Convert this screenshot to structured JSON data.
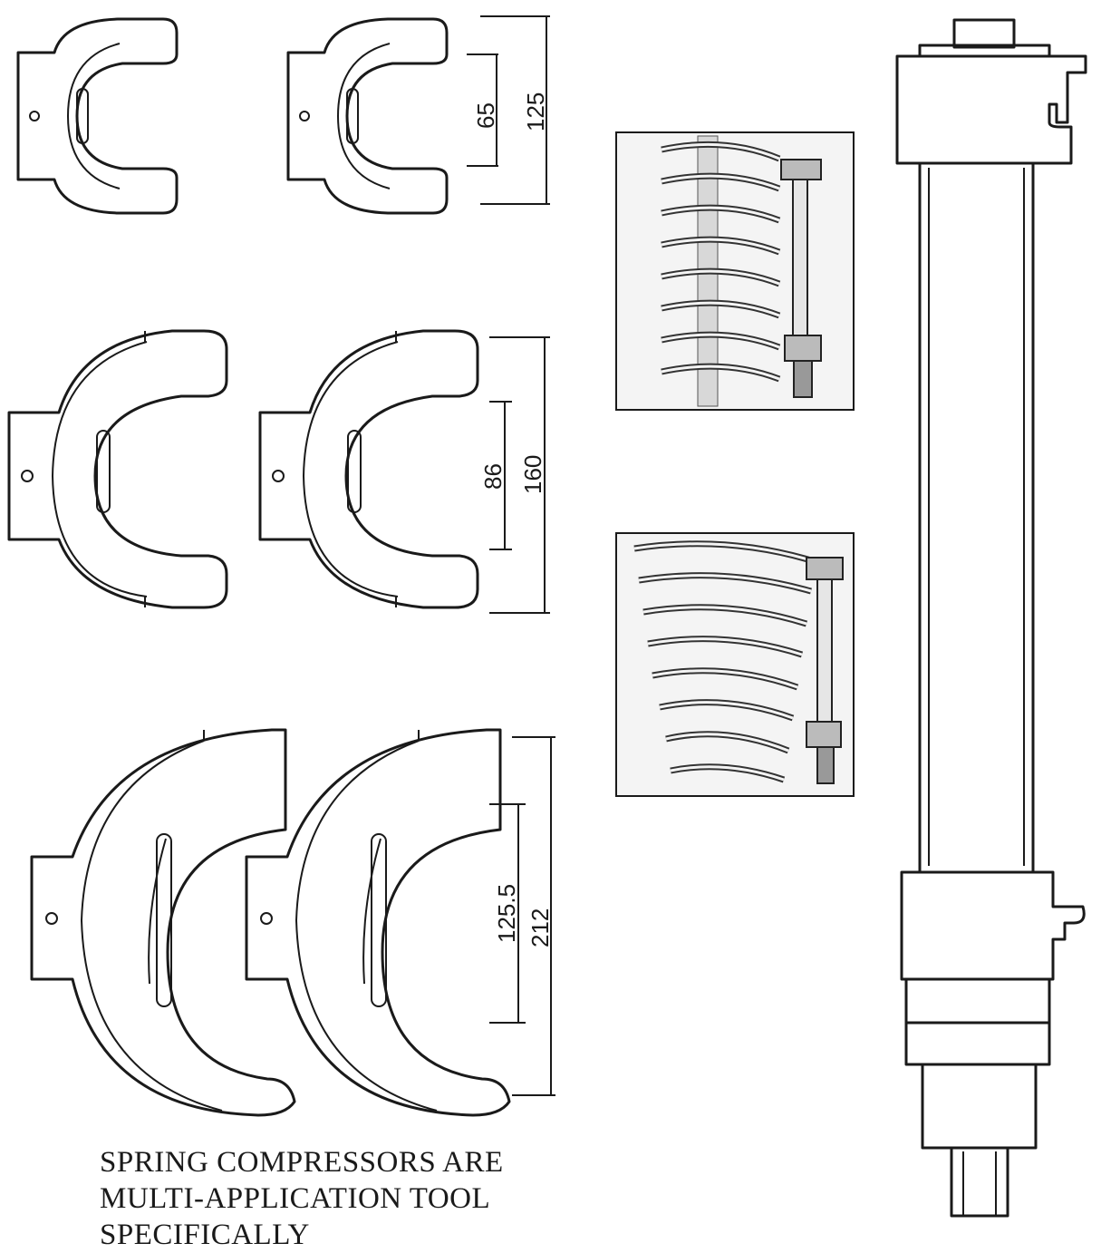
{
  "dimensions": {
    "small_inner": "65",
    "small_outer": "125",
    "medium_inner": "86",
    "medium_outer": "160",
    "large_inner": "125.5",
    "large_outer": "212"
  },
  "caption": {
    "line1": "SPRING COMPRESSORS ARE",
    "line2": "MULTI-APPLICATION TOOL",
    "line3": "SPECIFICALLY"
  },
  "icons": [
    "spring-clamp-plate-icon",
    "coil-spring-photo-icon",
    "compressor-rod-icon"
  ]
}
